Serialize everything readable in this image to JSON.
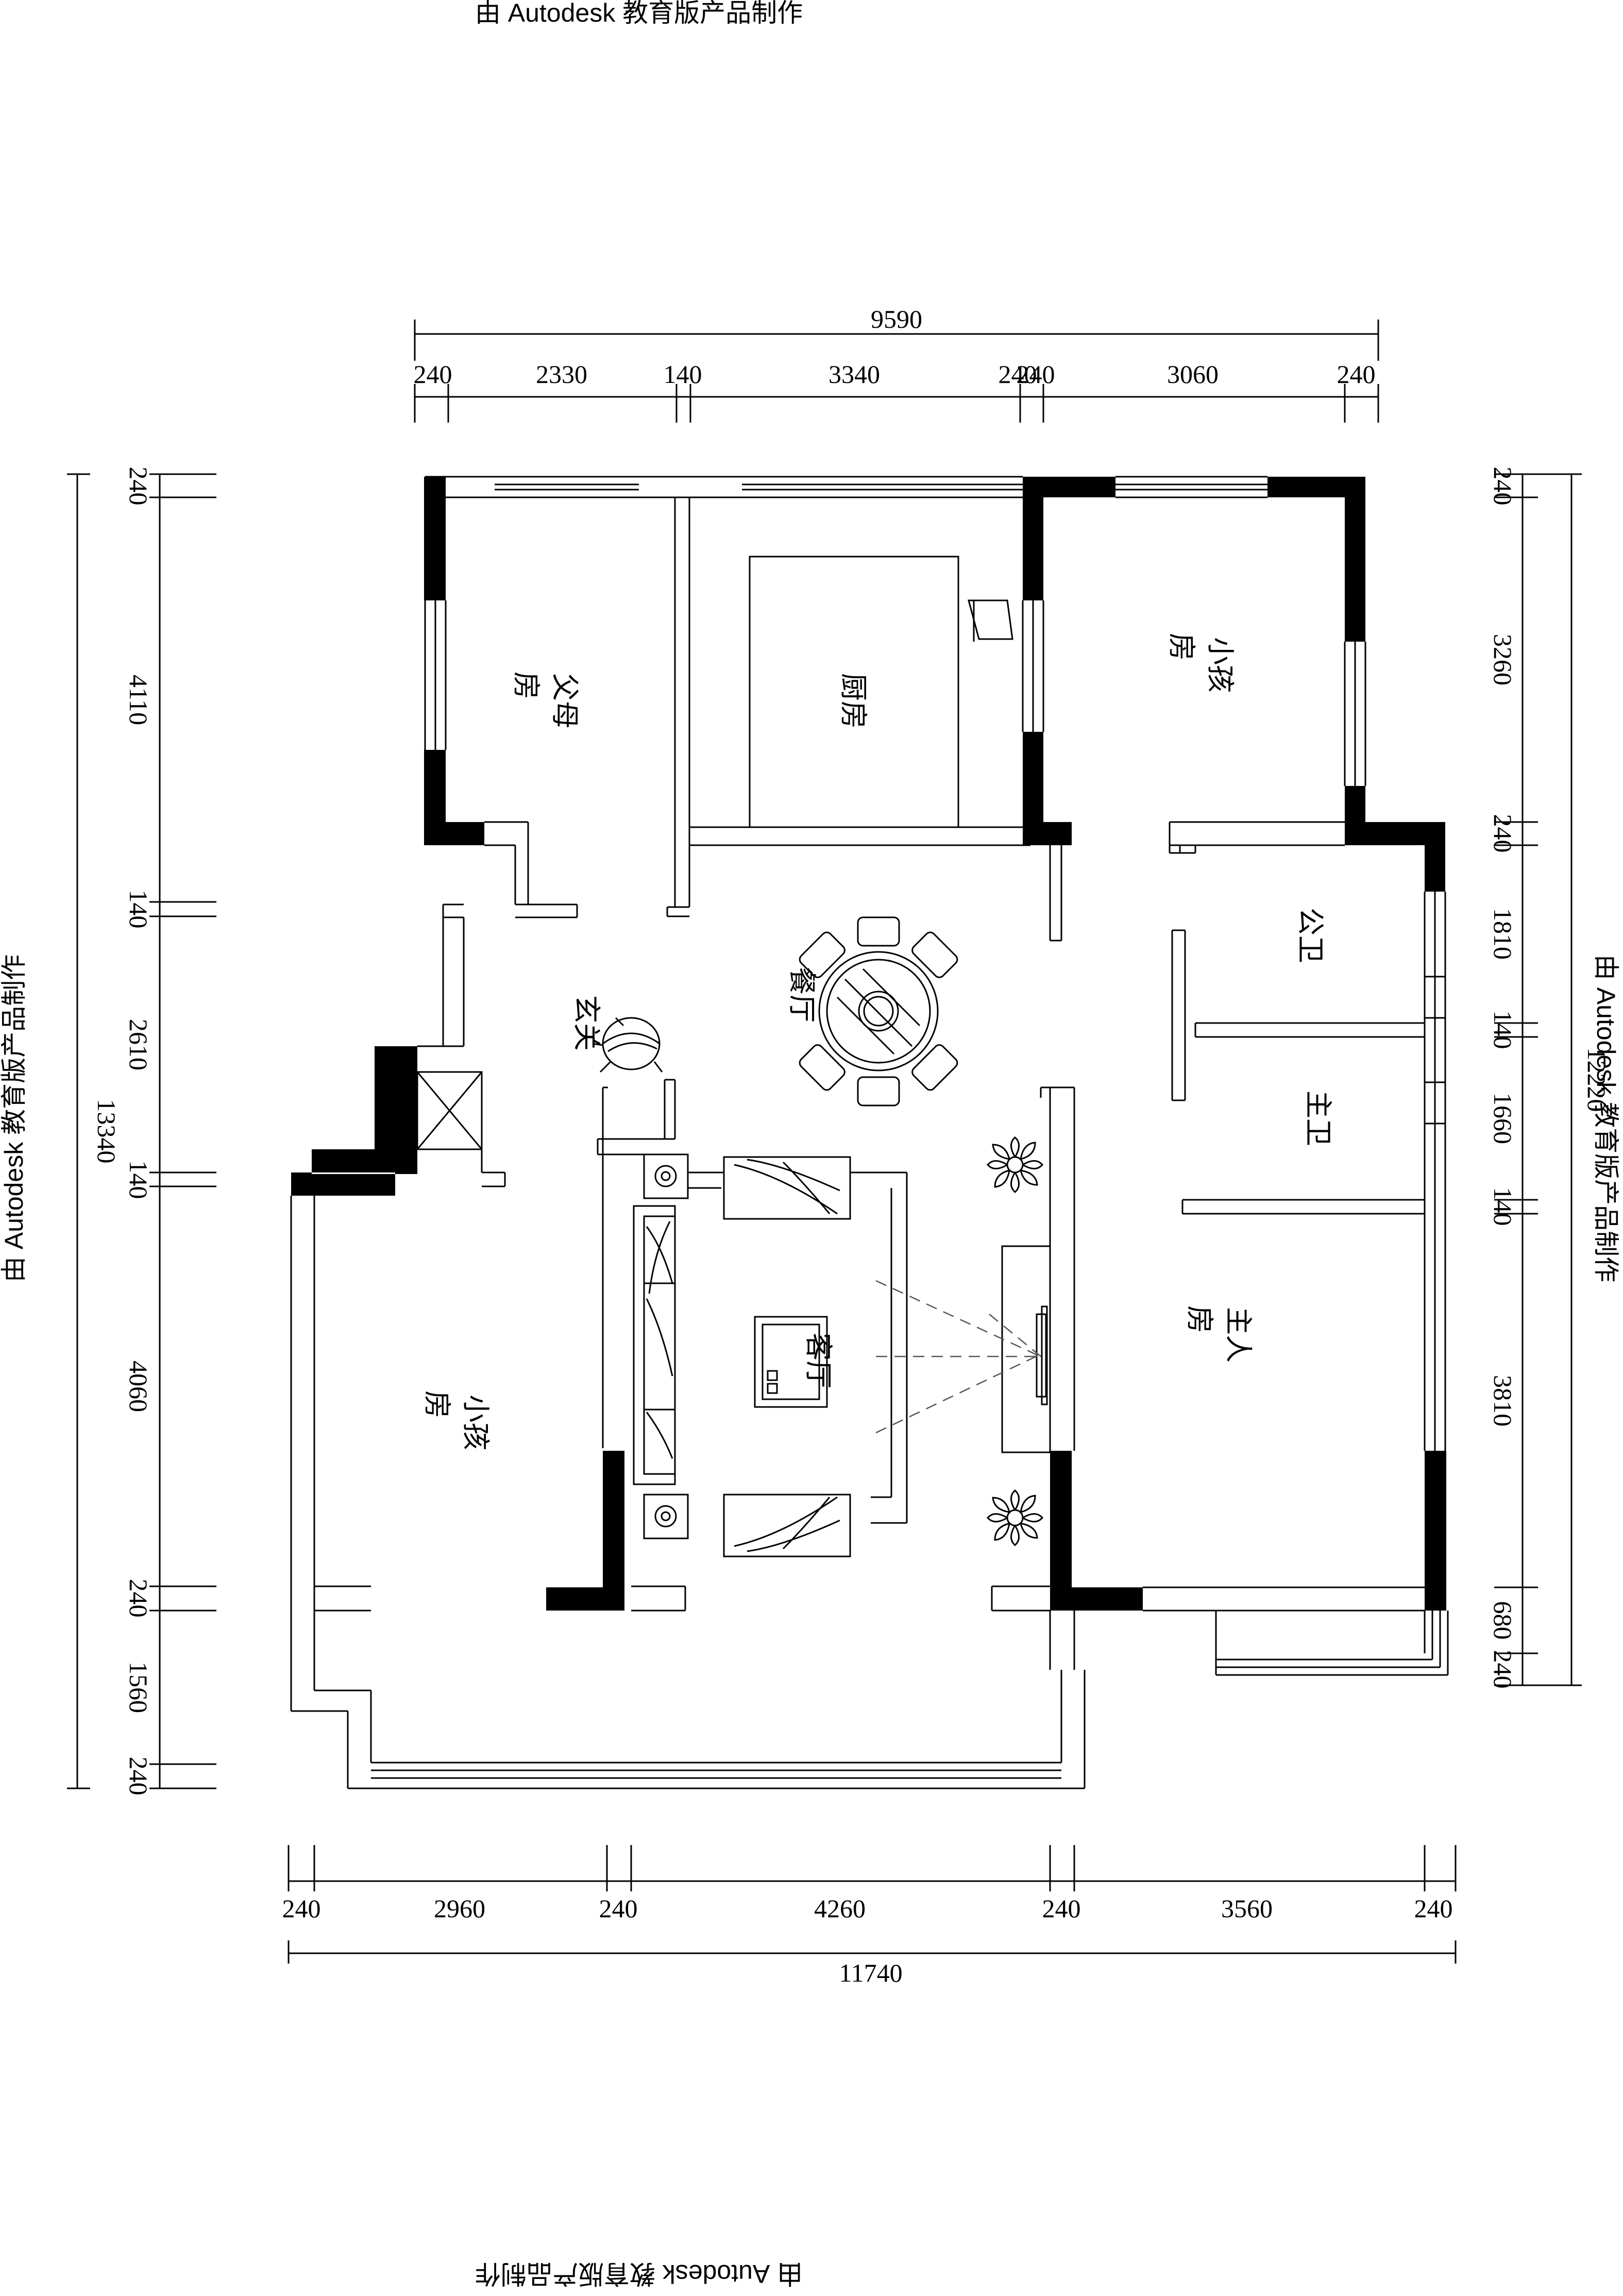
{
  "watermark": {
    "text": "由 Autodesk 教育版产品制作"
  },
  "dimensions": {
    "top_total": "9590",
    "top": [
      "240",
      "2330",
      "140",
      "3340",
      "240",
      "240",
      "3060",
      "240"
    ],
    "bottom_total": "11740",
    "bottom": [
      "240",
      "2960",
      "240",
      "4260",
      "240",
      "3560",
      "240"
    ],
    "left_total": "13340",
    "left": [
      "240",
      "4110",
      "140",
      "2610",
      "140",
      "4060",
      "240",
      "1560",
      "240"
    ],
    "right_total": "12220",
    "right": [
      "240",
      "3260",
      "240",
      "1810",
      "140",
      "1660",
      "140",
      "3810",
      "680",
      "240"
    ]
  },
  "rooms": {
    "parents_room": [
      "父母",
      "房"
    ],
    "kitchen": "厨房",
    "child_room_top": [
      "小孩",
      "房"
    ],
    "public_bath": "公卫",
    "dining": "餐厅",
    "entry": "玄关",
    "master_bath": "主卫",
    "living": "客厅",
    "master_room": [
      "主人",
      "房"
    ],
    "child_room_left": [
      "小孩",
      "房"
    ]
  }
}
